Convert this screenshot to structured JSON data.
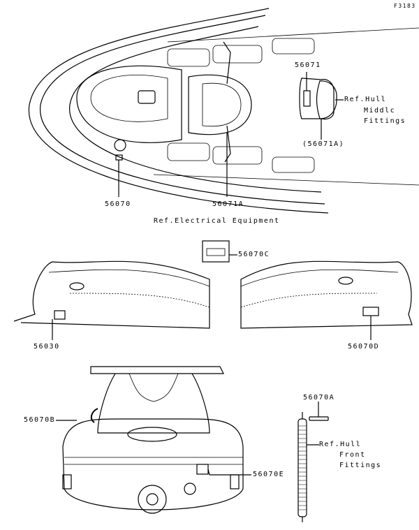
{
  "figure_id": "F3183",
  "parts": {
    "p56070": "56070",
    "p56071A": "56071A",
    "p56071": "56071",
    "p56071A_paren": "(56071A)",
    "p56070C": "56070C",
    "p56030": "56030",
    "p56070D": "56070D",
    "p56070A": "56070A",
    "p56070B": "56070B",
    "p56070E": "56070E"
  },
  "references": {
    "hull_middle": [
      "Ref.Hull",
      "Middlc",
      "Fittings"
    ],
    "electrical": "Ref.Electrical Equipment",
    "hull_front": [
      "Ref.Hull",
      "Front",
      "Fittings"
    ]
  }
}
